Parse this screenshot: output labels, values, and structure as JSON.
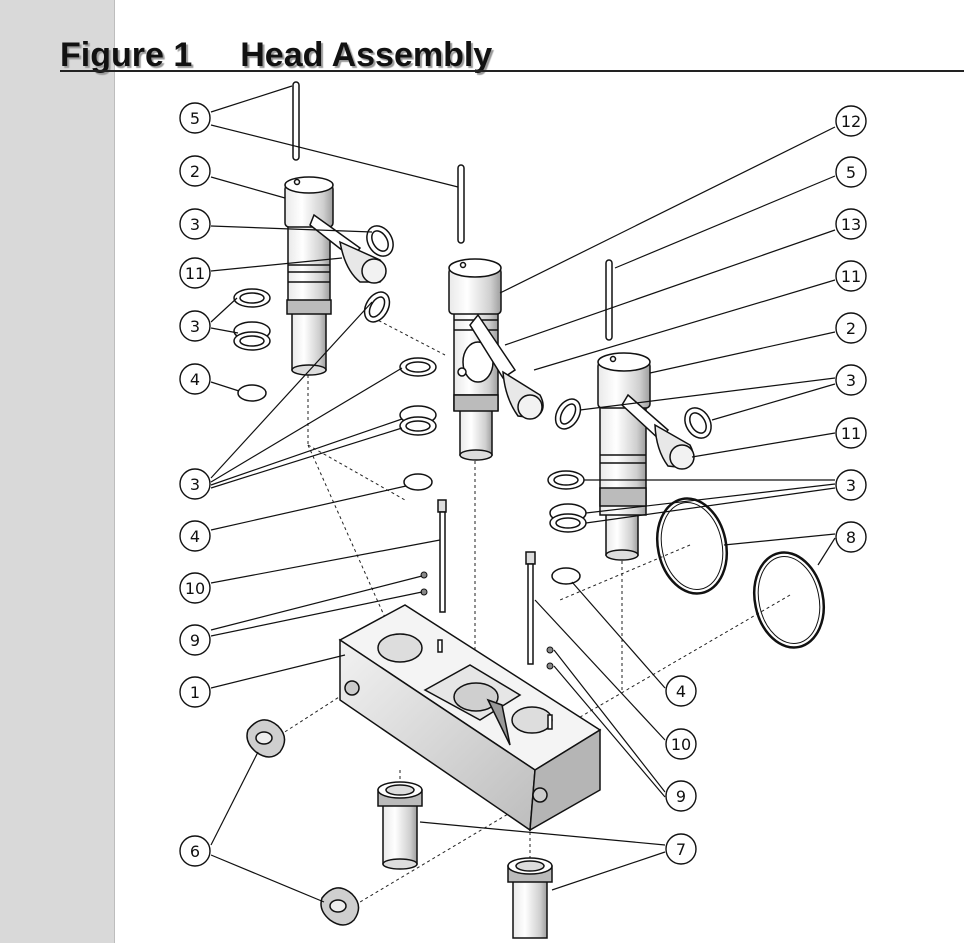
{
  "figure": {
    "label": "Figure 1",
    "title": "Head Assembly"
  },
  "callouts": [
    {
      "id": "c-5a",
      "number": "5"
    },
    {
      "id": "c-2a",
      "number": "2"
    },
    {
      "id": "c-3a",
      "number": "3"
    },
    {
      "id": "c-11a",
      "number": "11"
    },
    {
      "id": "c-3b",
      "number": "3"
    },
    {
      "id": "c-4a",
      "number": "4"
    },
    {
      "id": "c-3c",
      "number": "3"
    },
    {
      "id": "c-4b",
      "number": "4"
    },
    {
      "id": "c-10a",
      "number": "10"
    },
    {
      "id": "c-9a",
      "number": "9"
    },
    {
      "id": "c-1",
      "number": "1"
    },
    {
      "id": "c-6",
      "number": "6"
    },
    {
      "id": "c-12",
      "number": "12"
    },
    {
      "id": "c-5b",
      "number": "5"
    },
    {
      "id": "c-13",
      "number": "13"
    },
    {
      "id": "c-11b",
      "number": "11"
    },
    {
      "id": "c-2b",
      "number": "2"
    },
    {
      "id": "c-3d",
      "number": "3"
    },
    {
      "id": "c-11c",
      "number": "11"
    },
    {
      "id": "c-3e",
      "number": "3"
    },
    {
      "id": "c-8",
      "number": "8"
    },
    {
      "id": "c-4c",
      "number": "4"
    },
    {
      "id": "c-10b",
      "number": "10"
    },
    {
      "id": "c-9b",
      "number": "9"
    },
    {
      "id": "c-7",
      "number": "7"
    }
  ],
  "colors": {
    "sidebar": "#d9d9d9",
    "ink": "#111111",
    "part_fill": "#ffffff",
    "shade": "#c8c8c8"
  }
}
